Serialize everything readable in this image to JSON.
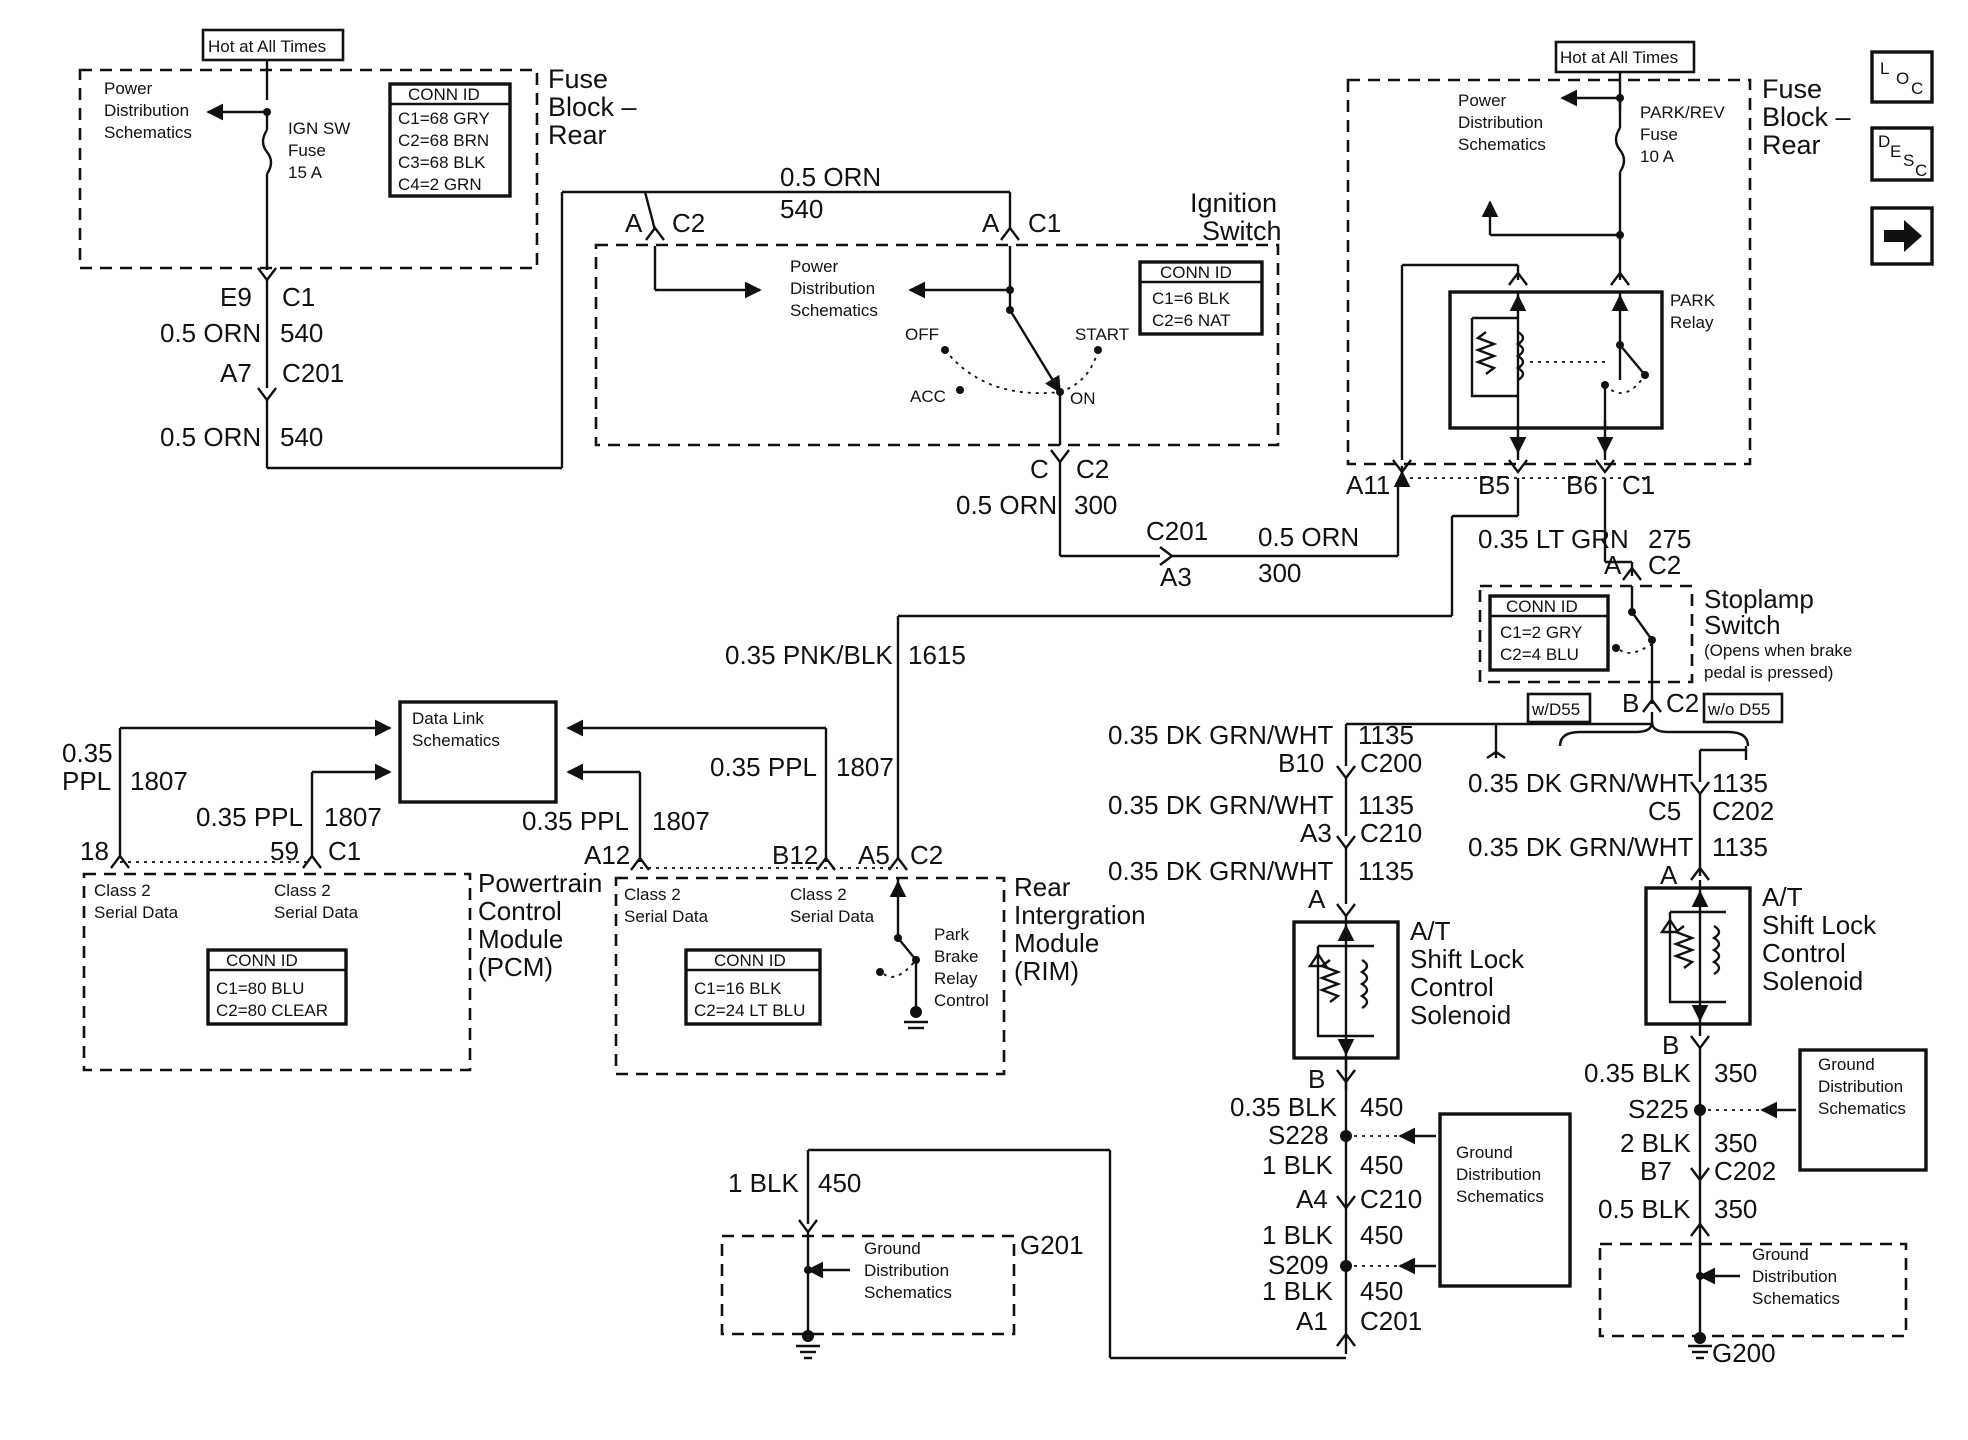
{
  "nav": {
    "loc_l": "L",
    "loc_o": "O",
    "loc_c": "C",
    "desc_d": "D",
    "desc_e": "E",
    "desc_s": "S",
    "desc_c": "C",
    "next_label": "➡"
  },
  "fuse_block_left": {
    "hot_label": "Hot at All Times",
    "title": [
      "Fuse",
      "Block –",
      "Rear"
    ],
    "power_dist": [
      "Power",
      "Distribution",
      "Schematics"
    ],
    "fuse": [
      "IGN SW",
      "Fuse",
      "15 A"
    ],
    "conn_id": {
      "title": "CONN ID",
      "lines": [
        "C1=68 GRY",
        "C2=68 BRN",
        "C3=68 BLK",
        "C4=2 GRN"
      ]
    }
  },
  "left_column": {
    "e9": "E9",
    "c1": "C1",
    "wire1": "0.5 ORN",
    "circ1": "540",
    "a7": "A7",
    "c201": "C201",
    "wire2": "0.5 ORN",
    "circ2": "540"
  },
  "ignition": {
    "title": [
      "Ignition",
      "Switch"
    ],
    "top_wire": "0.5 ORN",
    "top_circ": "540",
    "a_left": "A",
    "c2_left": "C2",
    "a_right": "A",
    "c1_right": "C1",
    "power_dist": [
      "Power",
      "Distribution",
      "Schematics"
    ],
    "conn_id": {
      "title": "CONN ID",
      "lines": [
        "C1=6 BLK",
        "C2=6 NAT"
      ]
    },
    "off": "OFF",
    "start": "START",
    "acc": "ACC",
    "on": "ON",
    "bottom_c": "C",
    "bottom_c2": "C2",
    "wire": "0.5 ORN",
    "circ": "300"
  },
  "middle": {
    "c201": "C201",
    "a3": "A3",
    "wire": "0.5 ORN",
    "circ": "300",
    "pnk_wire": "0.35 PNK/BLK",
    "pnk_circ": "1615"
  },
  "fuse_block_right": {
    "hot_label": "Hot at All Times",
    "title": [
      "Fuse",
      "Block –",
      "Rear"
    ],
    "power_dist": [
      "Power",
      "Distribution",
      "Schematics"
    ],
    "fuse": [
      "PARK/REV",
      "Fuse",
      "10 A"
    ],
    "relay": [
      "PARK",
      "Relay"
    ],
    "a11": "A11",
    "b5": "B5",
    "b6": "B6",
    "c1": "C1"
  },
  "stoplamp": {
    "wire": "0.35 LT GRN",
    "circ": "275",
    "a": "A",
    "c2": "C2",
    "title": [
      "Stoplamp",
      "Switch",
      "(Opens when brake",
      "pedal is pressed)"
    ],
    "conn_id": {
      "title": "CONN ID",
      "lines": [
        "C1=2 GRY",
        "C2=4 BLU"
      ]
    },
    "b": "B",
    "c2b": "C2",
    "wd55": "w/D55",
    "wod55": "w/o D55"
  },
  "solenoid_left": {
    "wire1": "0.35 DK GRN/WHT",
    "circ1": "1135",
    "b10": "B10",
    "c200": "C200",
    "wire2": "0.35 DK GRN/WHT",
    "circ2": "1135",
    "a3": "A3",
    "c210": "C210",
    "wire3": "0.35 DK GRN/WHT",
    "circ3": "1135",
    "a": "A",
    "title": [
      "A/T",
      "Shift Lock",
      "Control",
      "Solenoid"
    ],
    "b": "B",
    "blk1": "0.35 BLK",
    "c450a": "450",
    "s228": "S228",
    "blk2": "1 BLK",
    "c450b": "450",
    "a4": "A4",
    "c210b": "C210",
    "blk3": "1 BLK",
    "c450c": "450",
    "s209": "S209",
    "blk4": "1 BLK",
    "c450d": "450",
    "a1": "A1",
    "c201": "C201",
    "ground": [
      "Ground",
      "Distribution",
      "Schematics"
    ]
  },
  "solenoid_right": {
    "wire1": "0.35 DK GRN/WHT",
    "circ1": "1135",
    "c5": "C5",
    "c202": "C202",
    "wire2": "0.35 DK GRN/WHT",
    "circ2": "1135",
    "a": "A",
    "title": [
      "A/T",
      "Shift Lock",
      "Control",
      "Solenoid"
    ],
    "b": "B",
    "blk1": "0.35 BLK",
    "c350a": "350",
    "s225": "S225",
    "blk2": "2 BLK",
    "c350b": "350",
    "b7": "B7",
    "c202b": "C202",
    "blk3": "0.5 BLK",
    "c350c": "350",
    "ground_box": [
      "Ground",
      "Distribution",
      "Schematics"
    ],
    "ground": [
      "Ground",
      "Distribution",
      "Schematics"
    ],
    "g200": "G200"
  },
  "data_link": {
    "lines": [
      "Data Link",
      "Schematics"
    ]
  },
  "pcm": {
    "w1": "0.35",
    "w1b": "PPL",
    "c1807a": "1807",
    "w2": "0.35 PPL",
    "c1807b": "1807",
    "p18": "18",
    "p59": "59",
    "c1": "C1",
    "class2a": [
      "Class 2",
      "Serial Data"
    ],
    "class2b": [
      "Class 2",
      "Serial Data"
    ],
    "conn_id": {
      "title": "CONN ID",
      "lines": [
        "C1=80 BLU",
        "C2=80 CLEAR"
      ]
    },
    "title": [
      "Powertrain",
      "Control",
      "Module",
      "(PCM)"
    ]
  },
  "rim": {
    "w1": "0.35 PPL",
    "c1807a": "1807",
    "a12": "A12",
    "w2": "0.35 PPL",
    "c1807b": "1807",
    "b12": "B12",
    "a5": "A5",
    "c2": "C2",
    "class2a": [
      "Class 2",
      "Serial Data"
    ],
    "class2b": [
      "Class 2",
      "Serial Data"
    ],
    "park_brake": [
      "Park",
      "Brake",
      "Relay",
      "Control"
    ],
    "conn_id": {
      "title": "CONN ID",
      "lines": [
        "C1=16 BLK",
        "C2=24 LT BLU"
      ]
    },
    "title": [
      "Rear",
      "Intergration",
      "Module",
      "(RIM)"
    ]
  },
  "g201": {
    "wire": "1 BLK",
    "circ": "450",
    "ground": [
      "Ground",
      "Distribution",
      "Schematics"
    ],
    "label": "G201"
  }
}
